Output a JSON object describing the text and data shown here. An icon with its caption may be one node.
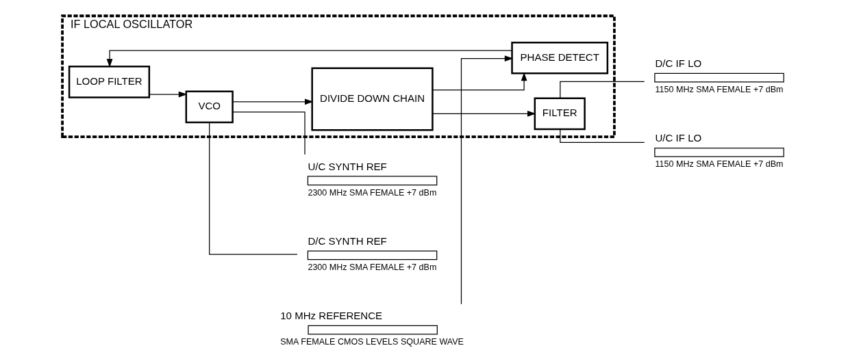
{
  "diagram": {
    "nodes": [
      {
        "text": [
          "IF LOCAL OSCILLATOR"
        ]
      },
      {
        "text": [
          "LOOP FILTER"
        ],
        "in": 0
      },
      {
        "text": [
          "VCO"
        ],
        "in": 0
      },
      {
        "text": [
          "PHASE DETECT"
        ],
        "in": 0
      },
      {
        "text": [
          "DIVIDE DOWN CHAIN"
        ],
        "in": 0
      },
      {
        "text": [
          "FILTER"
        ],
        "in": 0
      },
      {
        "text": [
          "10 MHz REFERENCE"
        ],
        "beside": [
          "SMA FEMALE CMOS LEVELS SQUARE WAVE"
        ]
      },
      {
        "text": [
          "U/C SYNTH REF"
        ],
        "beside": [
          "2300 MHz SMA FEMALE +7 dBm"
        ]
      },
      {
        "text": [
          "D/C SYNTH REF"
        ],
        "beside": [
          "2300 MHz SMA FEMALE +7 dBm"
        ]
      },
      {
        "text": [
          "D/C IF LO"
        ],
        "beside": [
          "1150 MHz SMA FEMALE +7 dBm"
        ]
      },
      {
        "text": [
          "U/C IF LO"
        ],
        "beside": [
          "1150 MHz SMA FEMALE +7 dBm"
        ]
      }
    ],
    "edges": [
      {
        "from": 6,
        "to": 3,
        "arrow": "to"
      },
      {
        "from": 3,
        "to": 1,
        "arrow": "to"
      },
      {
        "from": 1,
        "to": 2,
        "arrow": "to"
      },
      {
        "from": 2,
        "to": 4,
        "arrow": "to"
      },
      {
        "from": 2,
        "to": 7,
        "arrow": "none"
      },
      {
        "from": 2,
        "to": 8,
        "arrow": "none"
      },
      {
        "from": 4,
        "to": 3,
        "arrow": "to"
      },
      {
        "from": 4,
        "to": 5,
        "arrow": "to"
      },
      {
        "from": 5,
        "to": 9,
        "arrow": "none"
      },
      {
        "from": 5,
        "to": 10,
        "arrow": "none"
      }
    ]
  }
}
